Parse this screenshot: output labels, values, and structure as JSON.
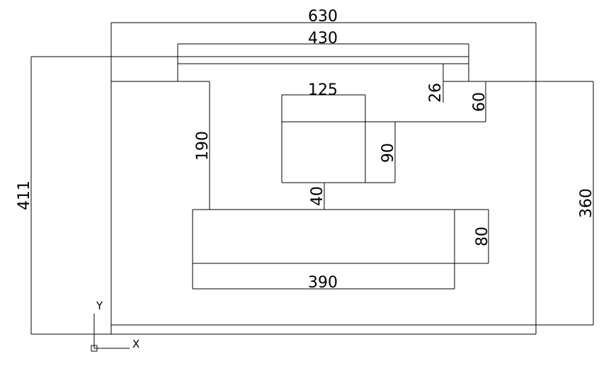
{
  "dimensions": {
    "outer_width": "630",
    "top_bar_width": "430",
    "box_width": "125",
    "step_height": "26",
    "right_step_height": "60",
    "left_height": "190",
    "box_height": "90",
    "gap_height": "40",
    "bottom_height": "80",
    "bottom_width": "390",
    "overall_height": "411",
    "right_height": "360"
  },
  "ucs_icon": {
    "x_label": "X",
    "y_label": "Y"
  }
}
